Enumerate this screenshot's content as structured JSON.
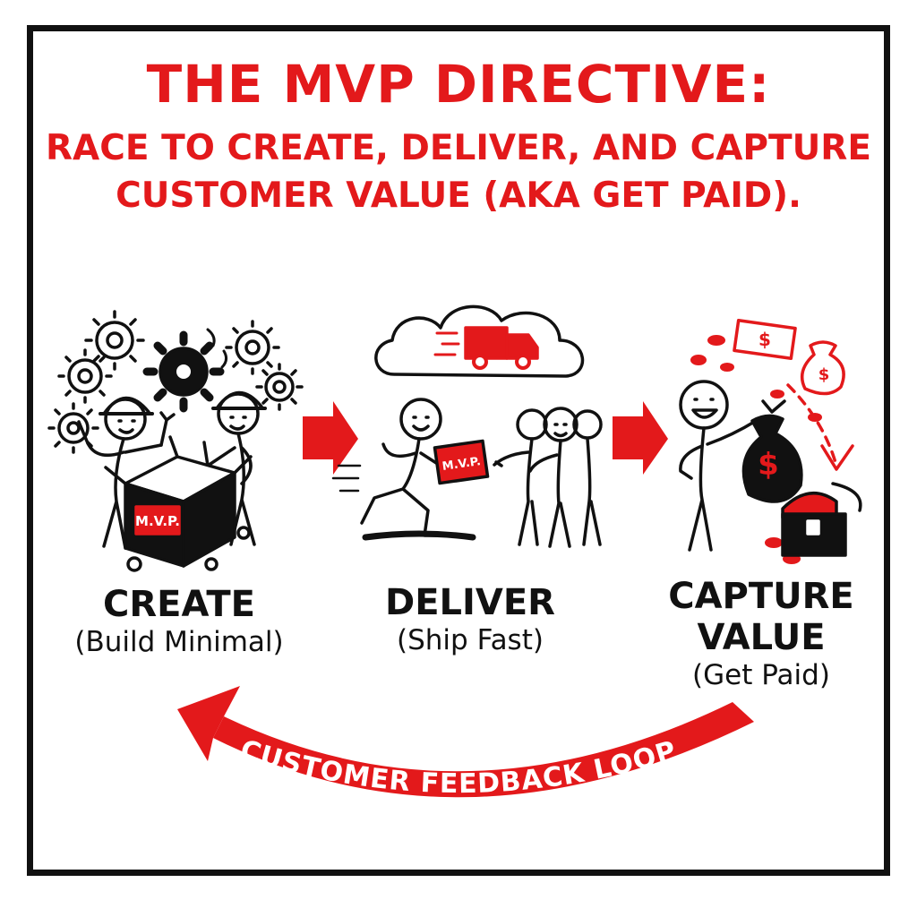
{
  "title": {
    "main": "THE MVP DIRECTIVE:",
    "line1": "RACE TO CREATE, DELIVER, AND CAPTURE",
    "line2": "CUSTOMER VALUE (aka GET PAID)."
  },
  "stages": [
    {
      "label": "CREATE",
      "sublabel": "(Build Minimal)"
    },
    {
      "label": "DELIVER",
      "sublabel": "(Ship Fast)"
    },
    {
      "label_line1": "CAPTURE",
      "label_line2": "VALUE",
      "sublabel": "(Get Paid)"
    }
  ],
  "box_label": "M.V.P.",
  "dollar_sign": "$",
  "loop_label": "CUSTOMER FEEDBACK LOOP",
  "colors": {
    "accent": "#e3191b",
    "ink": "#111111",
    "background": "#ffffff"
  }
}
